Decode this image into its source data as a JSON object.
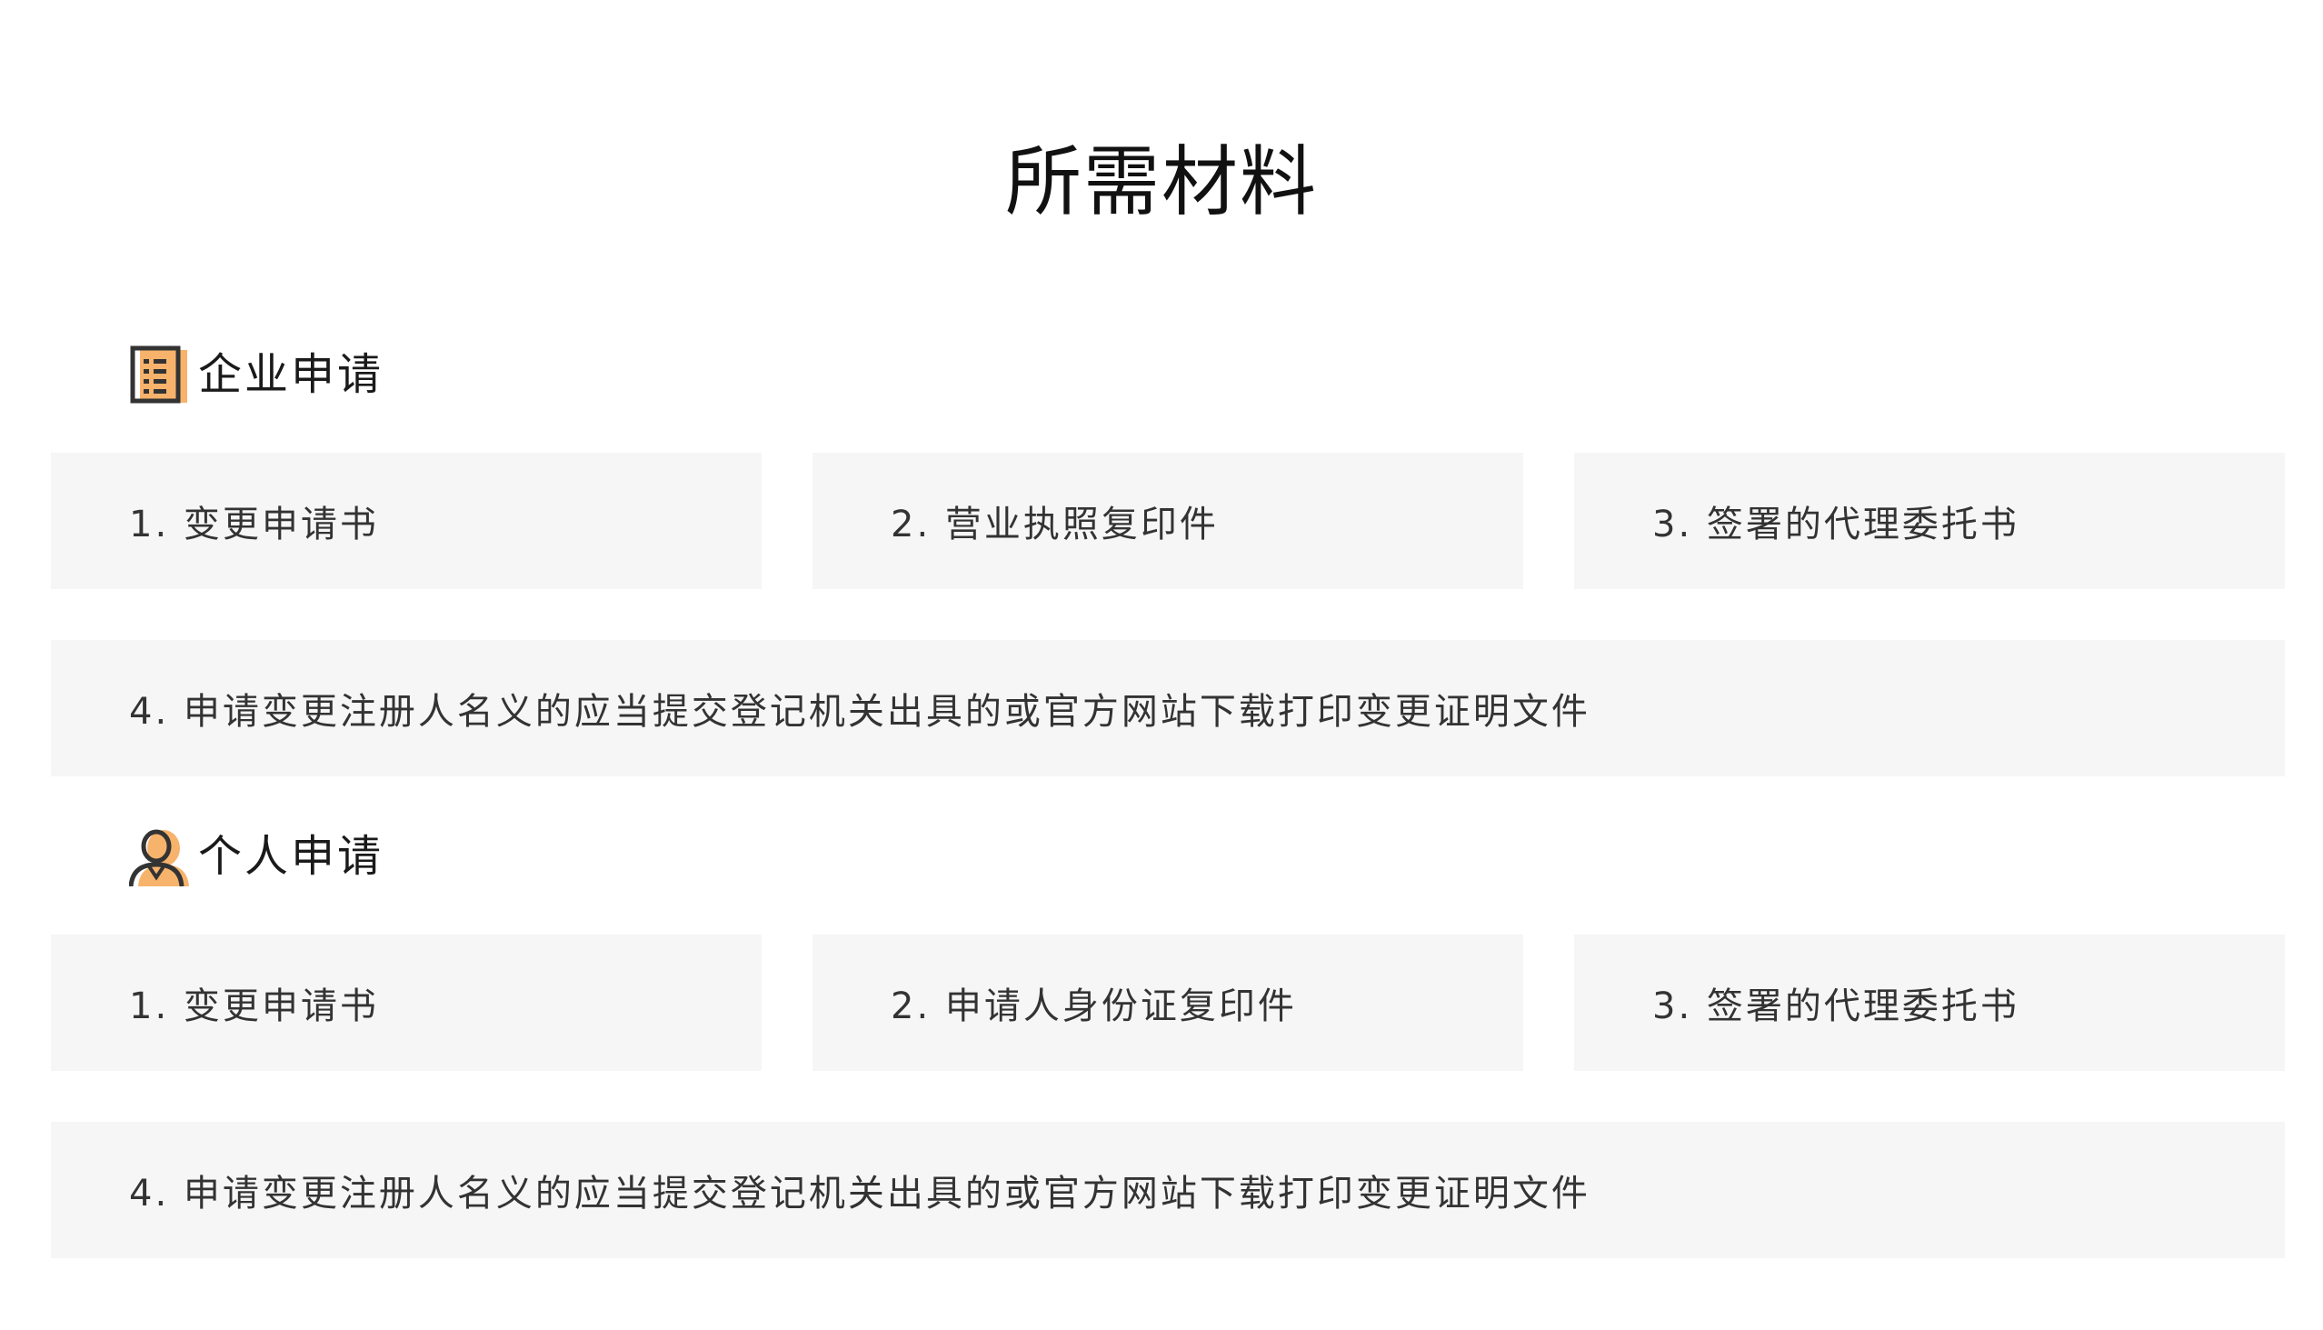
{
  "page": {
    "title": "所需材料"
  },
  "colors": {
    "card_background": "#f6f6f6",
    "icon_accent": "#f7b36b",
    "icon_outline": "#333333",
    "text": "#333333"
  },
  "sections": [
    {
      "icon": "building-icon",
      "label": "企业申请",
      "items": [
        "1. 变更申请书",
        "2. 营业执照复印件",
        "3. 签署的代理委托书",
        "4. 申请变更注册人名义的应当提交登记机关出具的或官方网站下载打印变更证明文件"
      ]
    },
    {
      "icon": "person-icon",
      "label": "个人申请",
      "items": [
        "1. 变更申请书",
        "2. 申请人身份证复印件",
        "3. 签署的代理委托书",
        "4. 申请变更注册人名义的应当提交登记机关出具的或官方网站下载打印变更证明文件"
      ]
    }
  ]
}
